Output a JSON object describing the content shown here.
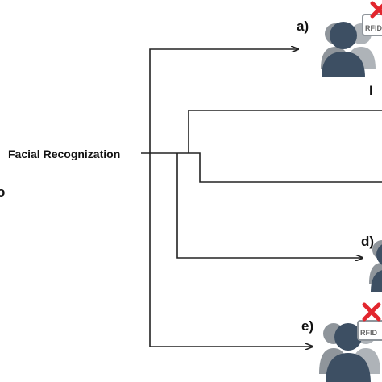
{
  "diagram": {
    "main_label": "Facial Recognization",
    "labels": {
      "a": "a)",
      "d": "d)",
      "e": "e)"
    },
    "card_text": "RFID",
    "fragments": {
      "right_edge": "I",
      "left_edge": "o"
    },
    "colors": {
      "person_front": "#3d4f63",
      "person_back": "#8f959b",
      "person_mid": "#aeb3b8",
      "cross": "#e2262e",
      "line": "#222222"
    },
    "icons": {
      "person": "person-group-icon",
      "card": "rfid-card-icon",
      "cross": "red-x-icon"
    }
  }
}
